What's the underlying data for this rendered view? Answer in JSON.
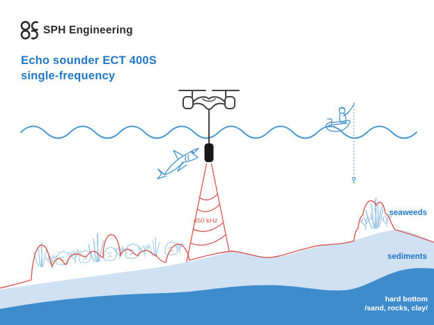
{
  "brand": {
    "name": "SPH Engineering"
  },
  "title": {
    "line1": "Echo sounder ECT 400S",
    "line2": "single-frequency"
  },
  "beam": {
    "frequency_label": "450 kHz"
  },
  "seabed_labels": {
    "seaweeds": "seaweeds",
    "sediments": "sediments",
    "hard_bottom_line1": "hard bottom",
    "hard_bottom_line2": "/sand, rocks, clay/"
  },
  "icons": {
    "logo": "sph-drone-logo-icon",
    "drone": "quadcopter-drone-icon",
    "echo_sounder": "echo-sounder-transducer-icon",
    "beam": "sonar-beam-cone-icon",
    "shark": "shark-icon",
    "boat": "fishing-boat-icon",
    "lure": "fishing-lure-icon",
    "wave": "water-surface-wave",
    "plants": "seaweed-plant-icon"
  },
  "colors": {
    "accent_blue": "#2277c5",
    "line_blue": "#4190c8",
    "wave_blue": "#4a97cf",
    "plant_blue": "#a3cbe8",
    "beam_red": "#d9554e",
    "sediment_fill": "#cfe1f3",
    "hard_bottom_fill": "#3e8ccb",
    "ink": "#2a2a2e",
    "device_black": "#17171a"
  }
}
